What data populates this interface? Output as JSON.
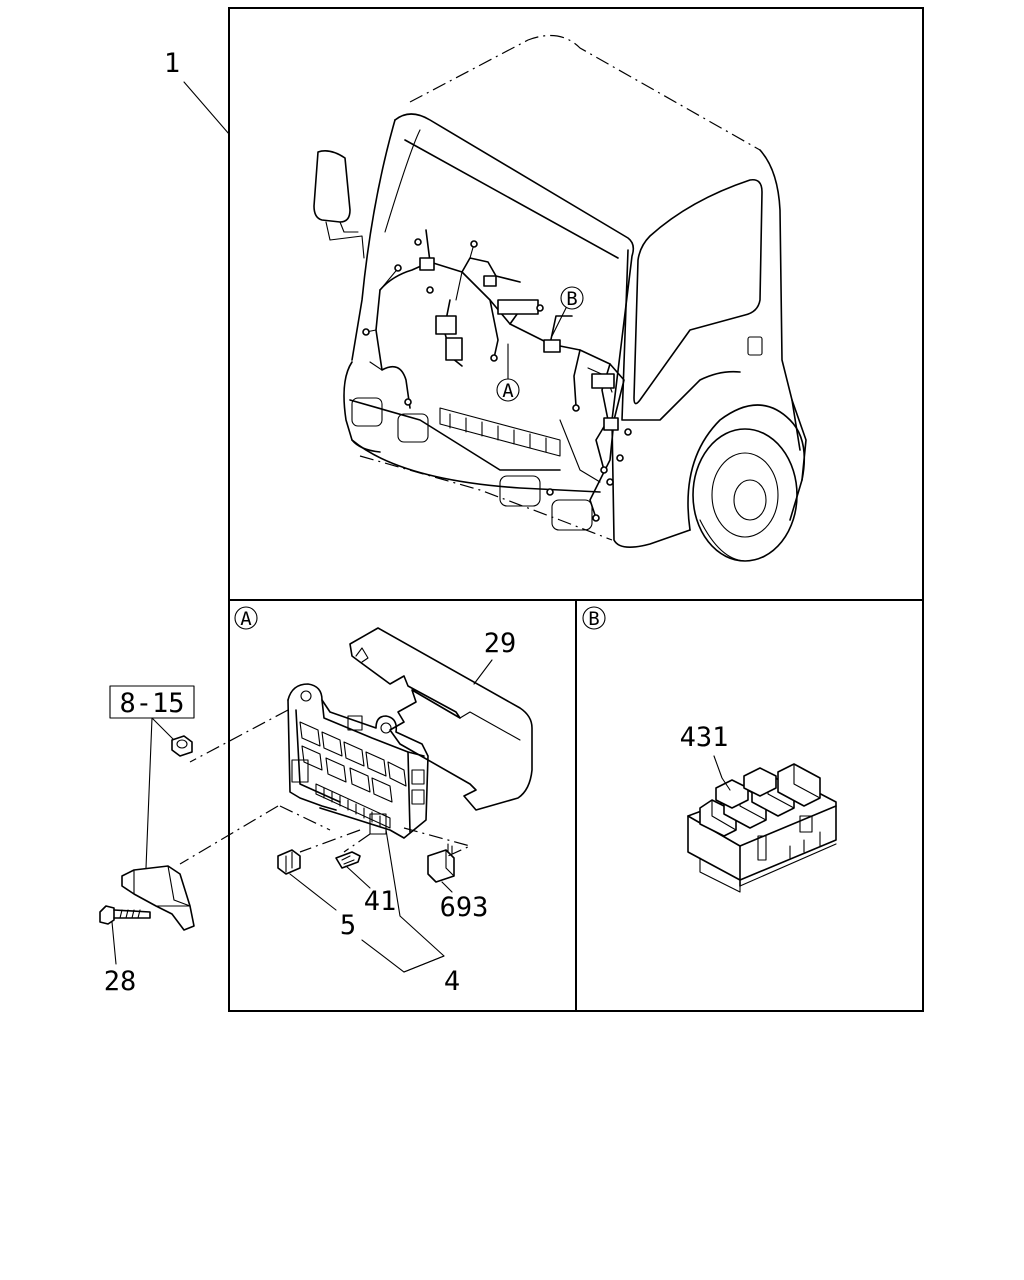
{
  "callouts": {
    "harness": "1",
    "bracket_kit": "8-15",
    "bolt": "28",
    "cover": "29",
    "relay_a": "41",
    "fuse_box": "4",
    "fuse": "5",
    "relay_b": "693",
    "relay_block": "431"
  },
  "views": {
    "a": "A",
    "b": "B"
  }
}
